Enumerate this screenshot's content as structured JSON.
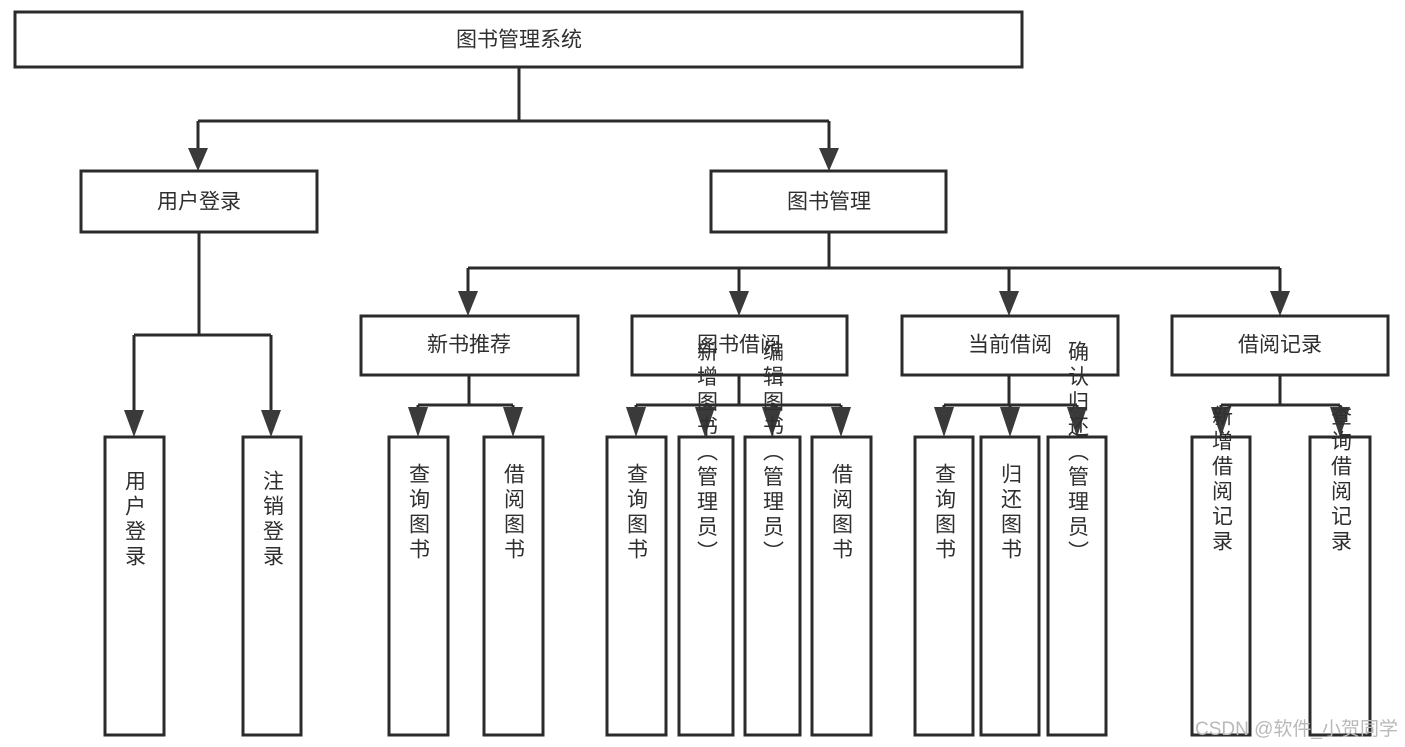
{
  "diagram": {
    "title": "图书管理系统",
    "type": "tree-hierarchy-chart",
    "orientation": "top-down",
    "colors": {
      "box_stroke": "#2b2b2b",
      "box_fill": "#ffffff",
      "connector": "#2b2b2b",
      "text": "#2f2f2f",
      "watermark": "#b9b9b9",
      "background": "#ffffff"
    },
    "root": {
      "label": "图书管理系统"
    },
    "level1": [
      {
        "label": "用户登录"
      },
      {
        "label": "图书管理"
      }
    ],
    "level2": [
      {
        "label": "新书推荐"
      },
      {
        "label": "图书借阅"
      },
      {
        "label": "当前借阅"
      },
      {
        "label": "借阅记录"
      }
    ],
    "leaves": {
      "user_login": [
        {
          "label": "用户登录"
        },
        {
          "label": "注销登录"
        }
      ],
      "new_book_recommend": [
        {
          "label": "查询图书"
        },
        {
          "label": "借阅图书"
        }
      ],
      "book_borrow": [
        {
          "label": "查询图书"
        },
        {
          "label": "新增图书（管理员）"
        },
        {
          "label": "编辑图书（管理员）"
        },
        {
          "label": "借阅图书"
        }
      ],
      "current_borrow": [
        {
          "label": "查询图书"
        },
        {
          "label": "归还图书"
        },
        {
          "label": "确认归还（管理员）"
        }
      ],
      "borrow_record": [
        {
          "label": "新增借阅记录"
        },
        {
          "label": "查询借阅记录"
        }
      ]
    }
  },
  "watermark": {
    "text": "CSDN @软件_小贺同学"
  }
}
